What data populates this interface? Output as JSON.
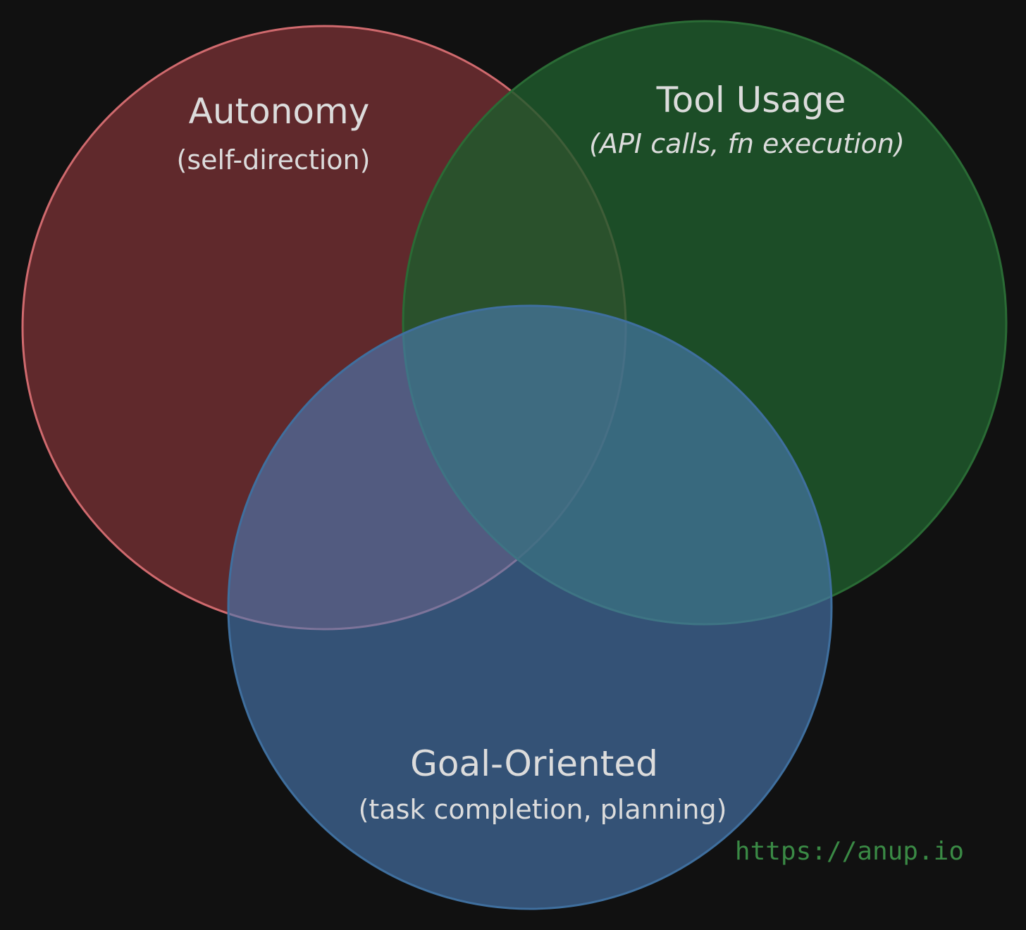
{
  "diagram": {
    "circles": [
      {
        "id": "autonomy",
        "title": "Autonomy",
        "subtitle": "(self-direction)",
        "fill": "#6e2e31",
        "stroke": "#d06a6e"
      },
      {
        "id": "tool-usage",
        "title": "Tool Usage",
        "subtitle": "(API calls, fn execution)",
        "fill": "#1f5a2c",
        "stroke": "#2a6b35"
      },
      {
        "id": "goal-oriented",
        "title": "Goal-Oriented",
        "subtitle": "(task completion, planning)",
        "fill": "#4a7ab5",
        "stroke": "#3f6f9e"
      }
    ],
    "watermark": {
      "text": "https://anup.io",
      "color": "#3a8a45"
    },
    "background": "#111111"
  }
}
